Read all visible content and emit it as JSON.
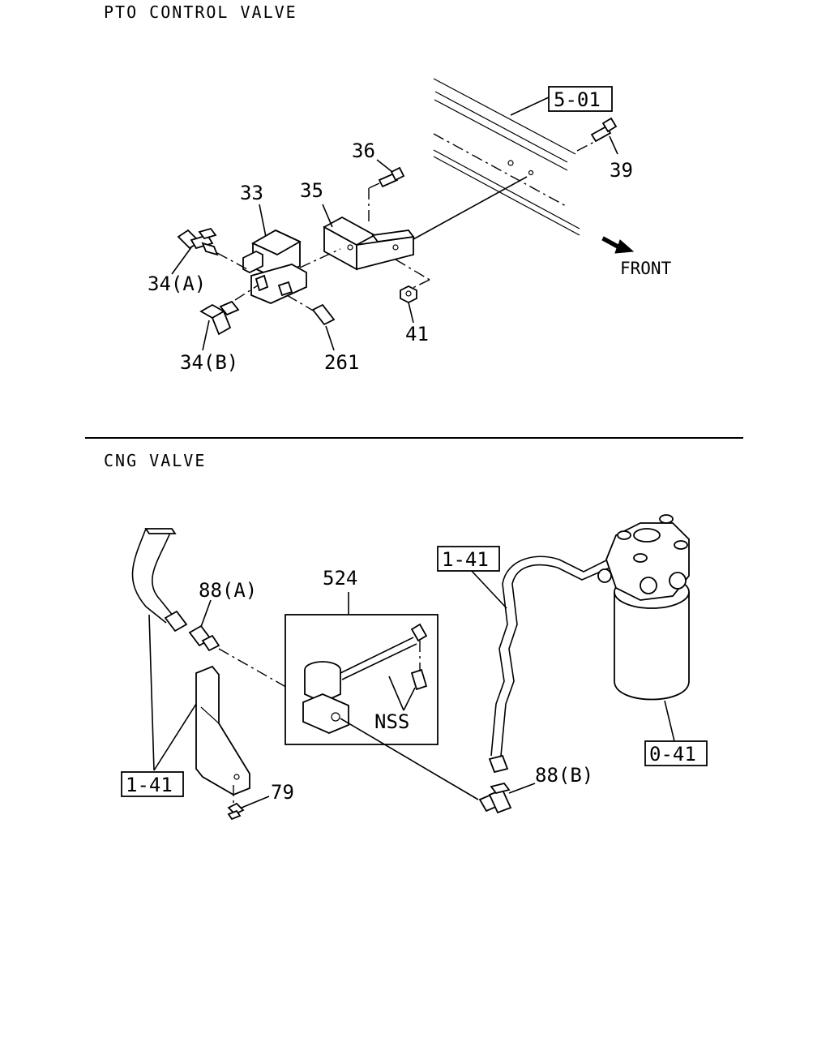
{
  "sections": {
    "pto": {
      "title": "PTO CONTROL VALVE"
    },
    "cng": {
      "title": "CNG VALVE"
    }
  },
  "pto_labels": {
    "ref_5_01": "5-01",
    "p36": "36",
    "p39": "39",
    "p33": "33",
    "p35": "35",
    "p34a": "34(A)",
    "p34b": "34(B)",
    "p261": "261",
    "p41": "41",
    "front": "FRONT"
  },
  "cng_labels": {
    "p524": "524",
    "p88a": "88(A)",
    "p88b": "88(B)",
    "nss": "NSS",
    "ref_1_41_top": "1-41",
    "ref_1_41_bottom": "1-41",
    "ref_0_41": "0-41",
    "p79": "79"
  }
}
